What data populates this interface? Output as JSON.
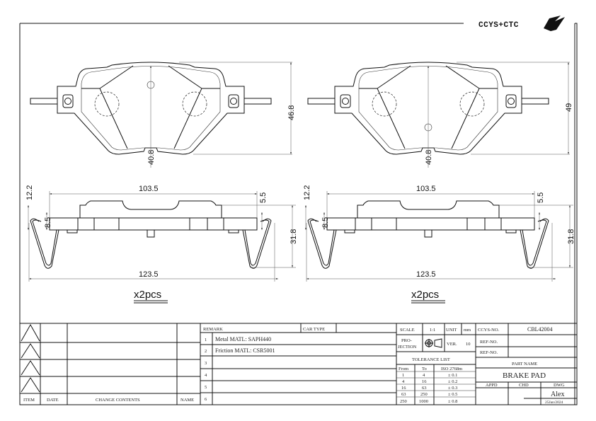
{
  "logo": {
    "text": "CCYS+CTC"
  },
  "drawing": {
    "left_front": {
      "height_dim": "46.8",
      "center_dim": "40.8"
    },
    "right_front": {
      "height_dim": "49",
      "center_dim": "40.8"
    },
    "left_side": {
      "width_top": "103.5",
      "width_total": "123.5",
      "dim_12_2": "12.2",
      "dim_8_5": "8.5",
      "dim_5_5": "5.5",
      "dim_31_8": "31.8",
      "qty": "x2pcs"
    },
    "right_side": {
      "width_top": "103.5",
      "width_total": "123.5",
      "dim_12_2": "12.2",
      "dim_8_5": "8.5",
      "dim_5_5": "5.5",
      "dim_31_8": "31.8",
      "qty": "x2pcs"
    }
  },
  "revision_block": {
    "headers": [
      "ITEM",
      "DATE",
      "CHANGE CONTENTS",
      "NAME"
    ]
  },
  "remark_block": {
    "remark_label": "REMARK",
    "cartype_label": "CAR TYPE",
    "rows": [
      {
        "no": "1",
        "text": "Metal MATL: SAPH440"
      },
      {
        "no": "2",
        "text": "Friction MATL: CSR5001"
      },
      {
        "no": "3",
        "text": ""
      },
      {
        "no": "4",
        "text": ""
      },
      {
        "no": "5",
        "text": ""
      },
      {
        "no": "6",
        "text": ""
      }
    ]
  },
  "title_block": {
    "scale_label": "SCALE",
    "scale_value": "1:1",
    "unit_label": "UNIT",
    "unit_value": "mm",
    "projection_label_1": "PRO-",
    "projection_label_2": "JECTION",
    "ver_label": "VER.",
    "ver_value": "10",
    "ccys_label": "CCYS-NO.",
    "ccys_value": "CBL42004",
    "ref1_label": "REF-NO.",
    "ref2_label": "REF-NO.",
    "tolerance_title": "TOLERANCE LIST",
    "tolerance_headers": [
      "From",
      "To",
      "ISO 2768m"
    ],
    "tolerance_rows": [
      [
        "1",
        "4",
        "± 0.1"
      ],
      [
        "4",
        "16",
        "± 0.2"
      ],
      [
        "16",
        "63",
        "± 0.3"
      ],
      [
        "63",
        "250",
        "± 0.5"
      ],
      [
        "250",
        "1000",
        "± 0.8"
      ]
    ],
    "part_name_label": "PART NAME",
    "part_name": "BRAKE PAD",
    "appd_label": "APPD",
    "chd_label": "CHD",
    "dwg_label": "DWG",
    "drawn_by": "Alex",
    "date": "25Jan/2024"
  }
}
